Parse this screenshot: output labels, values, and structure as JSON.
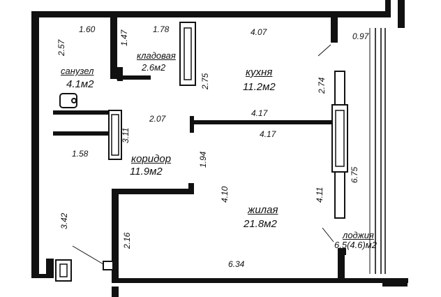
{
  "rooms": {
    "bathroom": {
      "name": "санузел",
      "area": "4.1м2"
    },
    "pantry": {
      "name": "кладовая",
      "area": "2.6м2"
    },
    "kitchen": {
      "name": "кухня",
      "area": "11.2м2"
    },
    "corridor": {
      "name": "коридор",
      "area": "11.9м2"
    },
    "living": {
      "name": "жилая",
      "area": "21.8м2"
    },
    "loggia": {
      "name": "лоджия",
      "area": "6.5(4.6)м2"
    }
  },
  "dimensions": {
    "bath_height": "2.57",
    "bath_width": "1.60",
    "pantry_height": "1.47",
    "pantry_width": "1.78",
    "pantry_depth": "2.75",
    "kitchen_width": "4.07",
    "kitchen_height": "2.74",
    "loggia_width": "0.97",
    "corridor_top": "2.07",
    "kitchen_wall_top": "4.17",
    "kitchen_wall_bottom": "4.17",
    "corridor_side": "3.11",
    "bath_bottom": "1.58",
    "corridor_mid": "1.94",
    "living_inner": "4.10",
    "living_right": "4.11",
    "loggia_height": "6.75",
    "entry_height": "3.42",
    "living_left": "2.16",
    "living_bottom": "6.34"
  }
}
